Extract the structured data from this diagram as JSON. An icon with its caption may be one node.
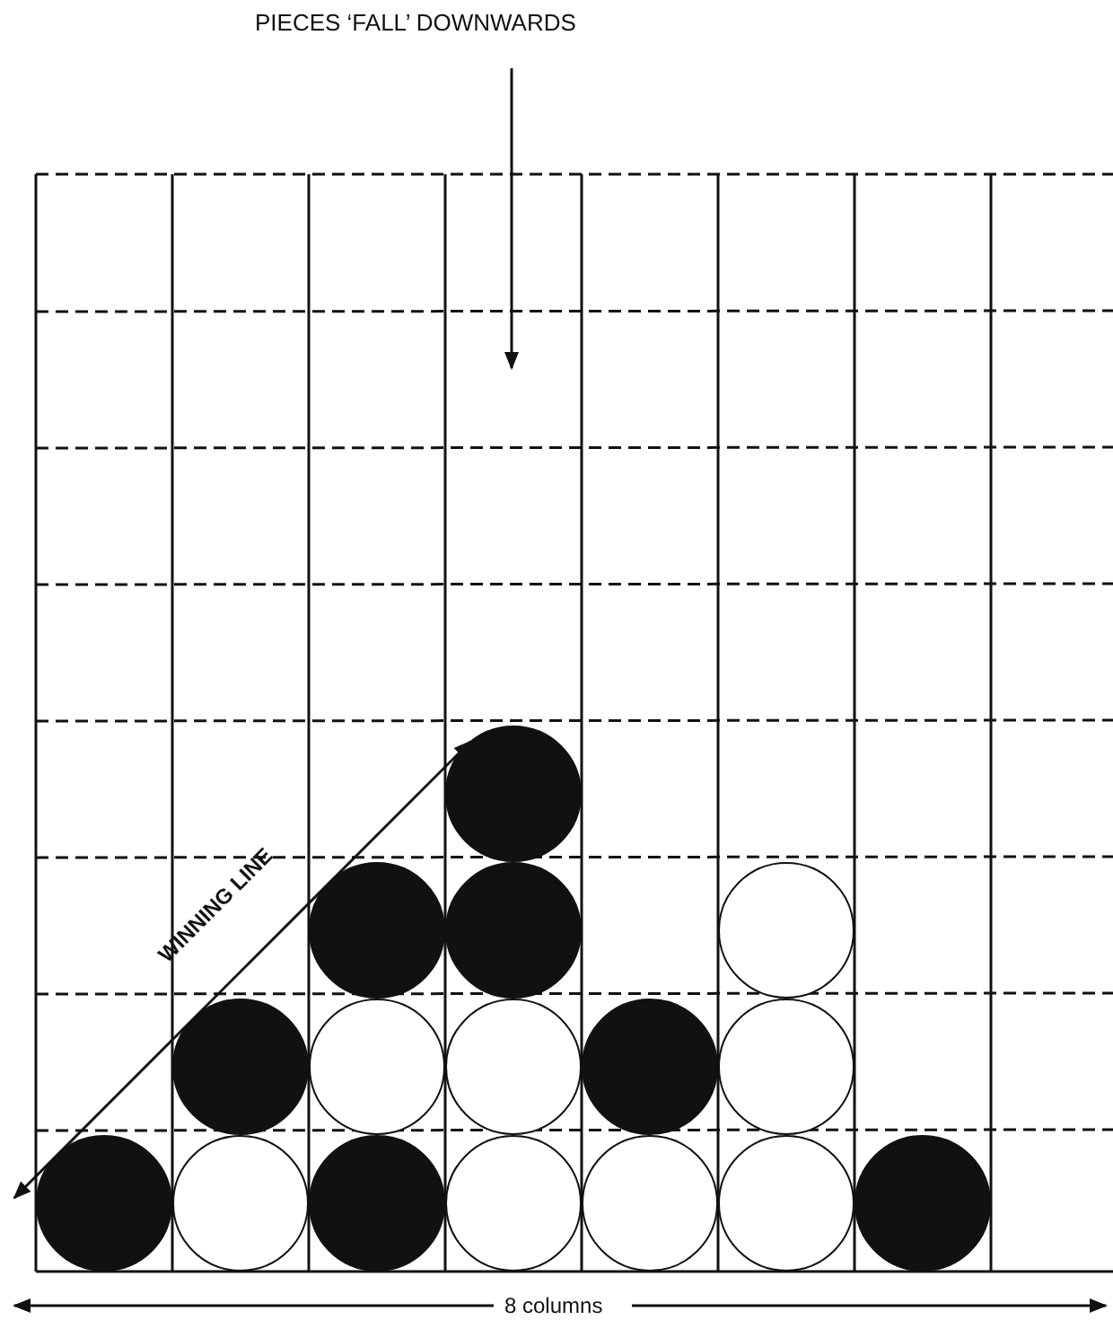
{
  "diagram": {
    "labels": [
      "PIECES ‘FALL’ DOWNWARDS",
      "WINNING LINE",
      "8 columns"
    ]
  }
}
